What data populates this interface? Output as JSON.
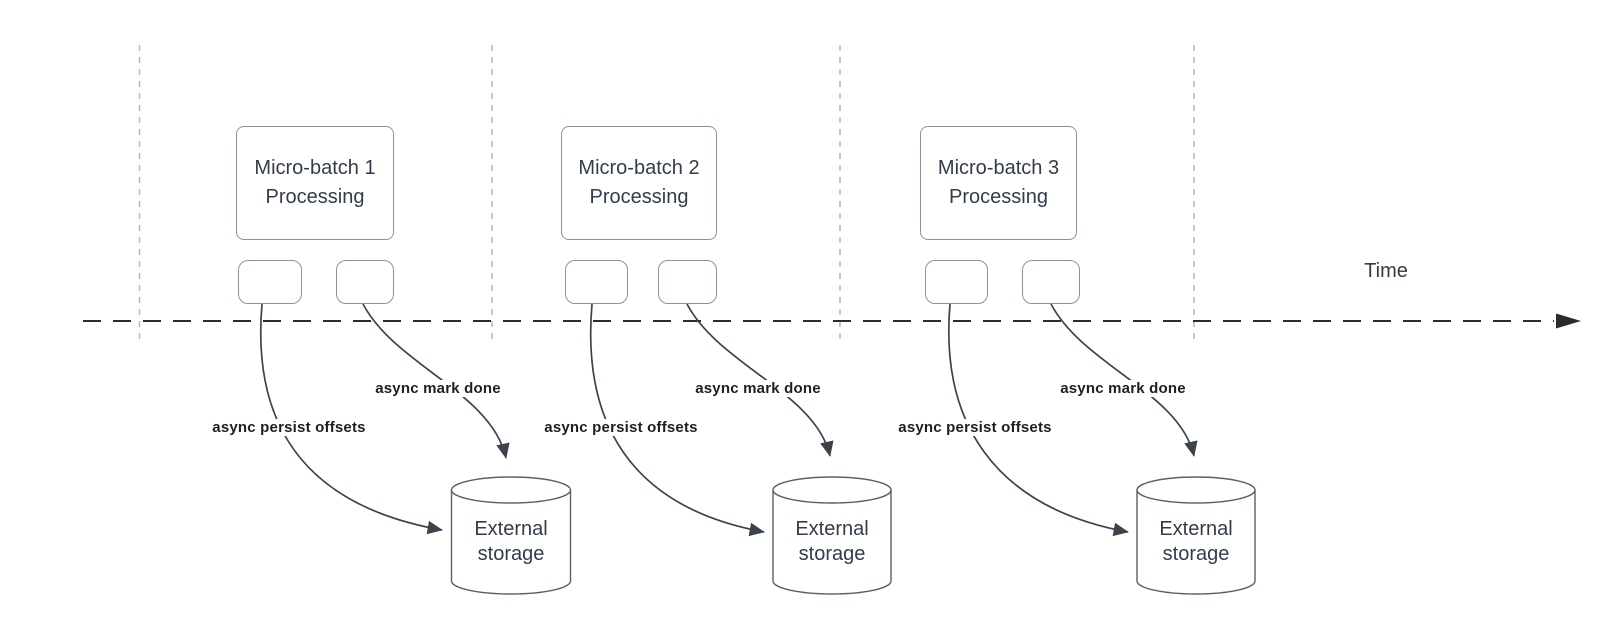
{
  "time_label": "Time",
  "groups": [
    {
      "batch_label": "Micro-batch 1 Processing",
      "persist_label": "async persist offsets",
      "done_label": "async mark done",
      "storage_label": "External storage"
    },
    {
      "batch_label": "Micro-batch 2 Processing",
      "persist_label": "async persist offsets",
      "done_label": "async mark done",
      "storage_label": "External storage"
    },
    {
      "batch_label": "Micro-batch 3 Processing",
      "persist_label": "async persist offsets",
      "done_label": "async mark done",
      "storage_label": "External storage"
    }
  ],
  "colors": {
    "background": "#ffffff",
    "shape_stroke": "#8d939a",
    "cylinder_stroke": "#5a6169",
    "edge_stroke": "#3c434d",
    "timeline_stroke": "#2b2b2b",
    "divider_stroke": "#b3b7bb",
    "text": "#333d49",
    "edge_label_text": "#1b2026"
  }
}
